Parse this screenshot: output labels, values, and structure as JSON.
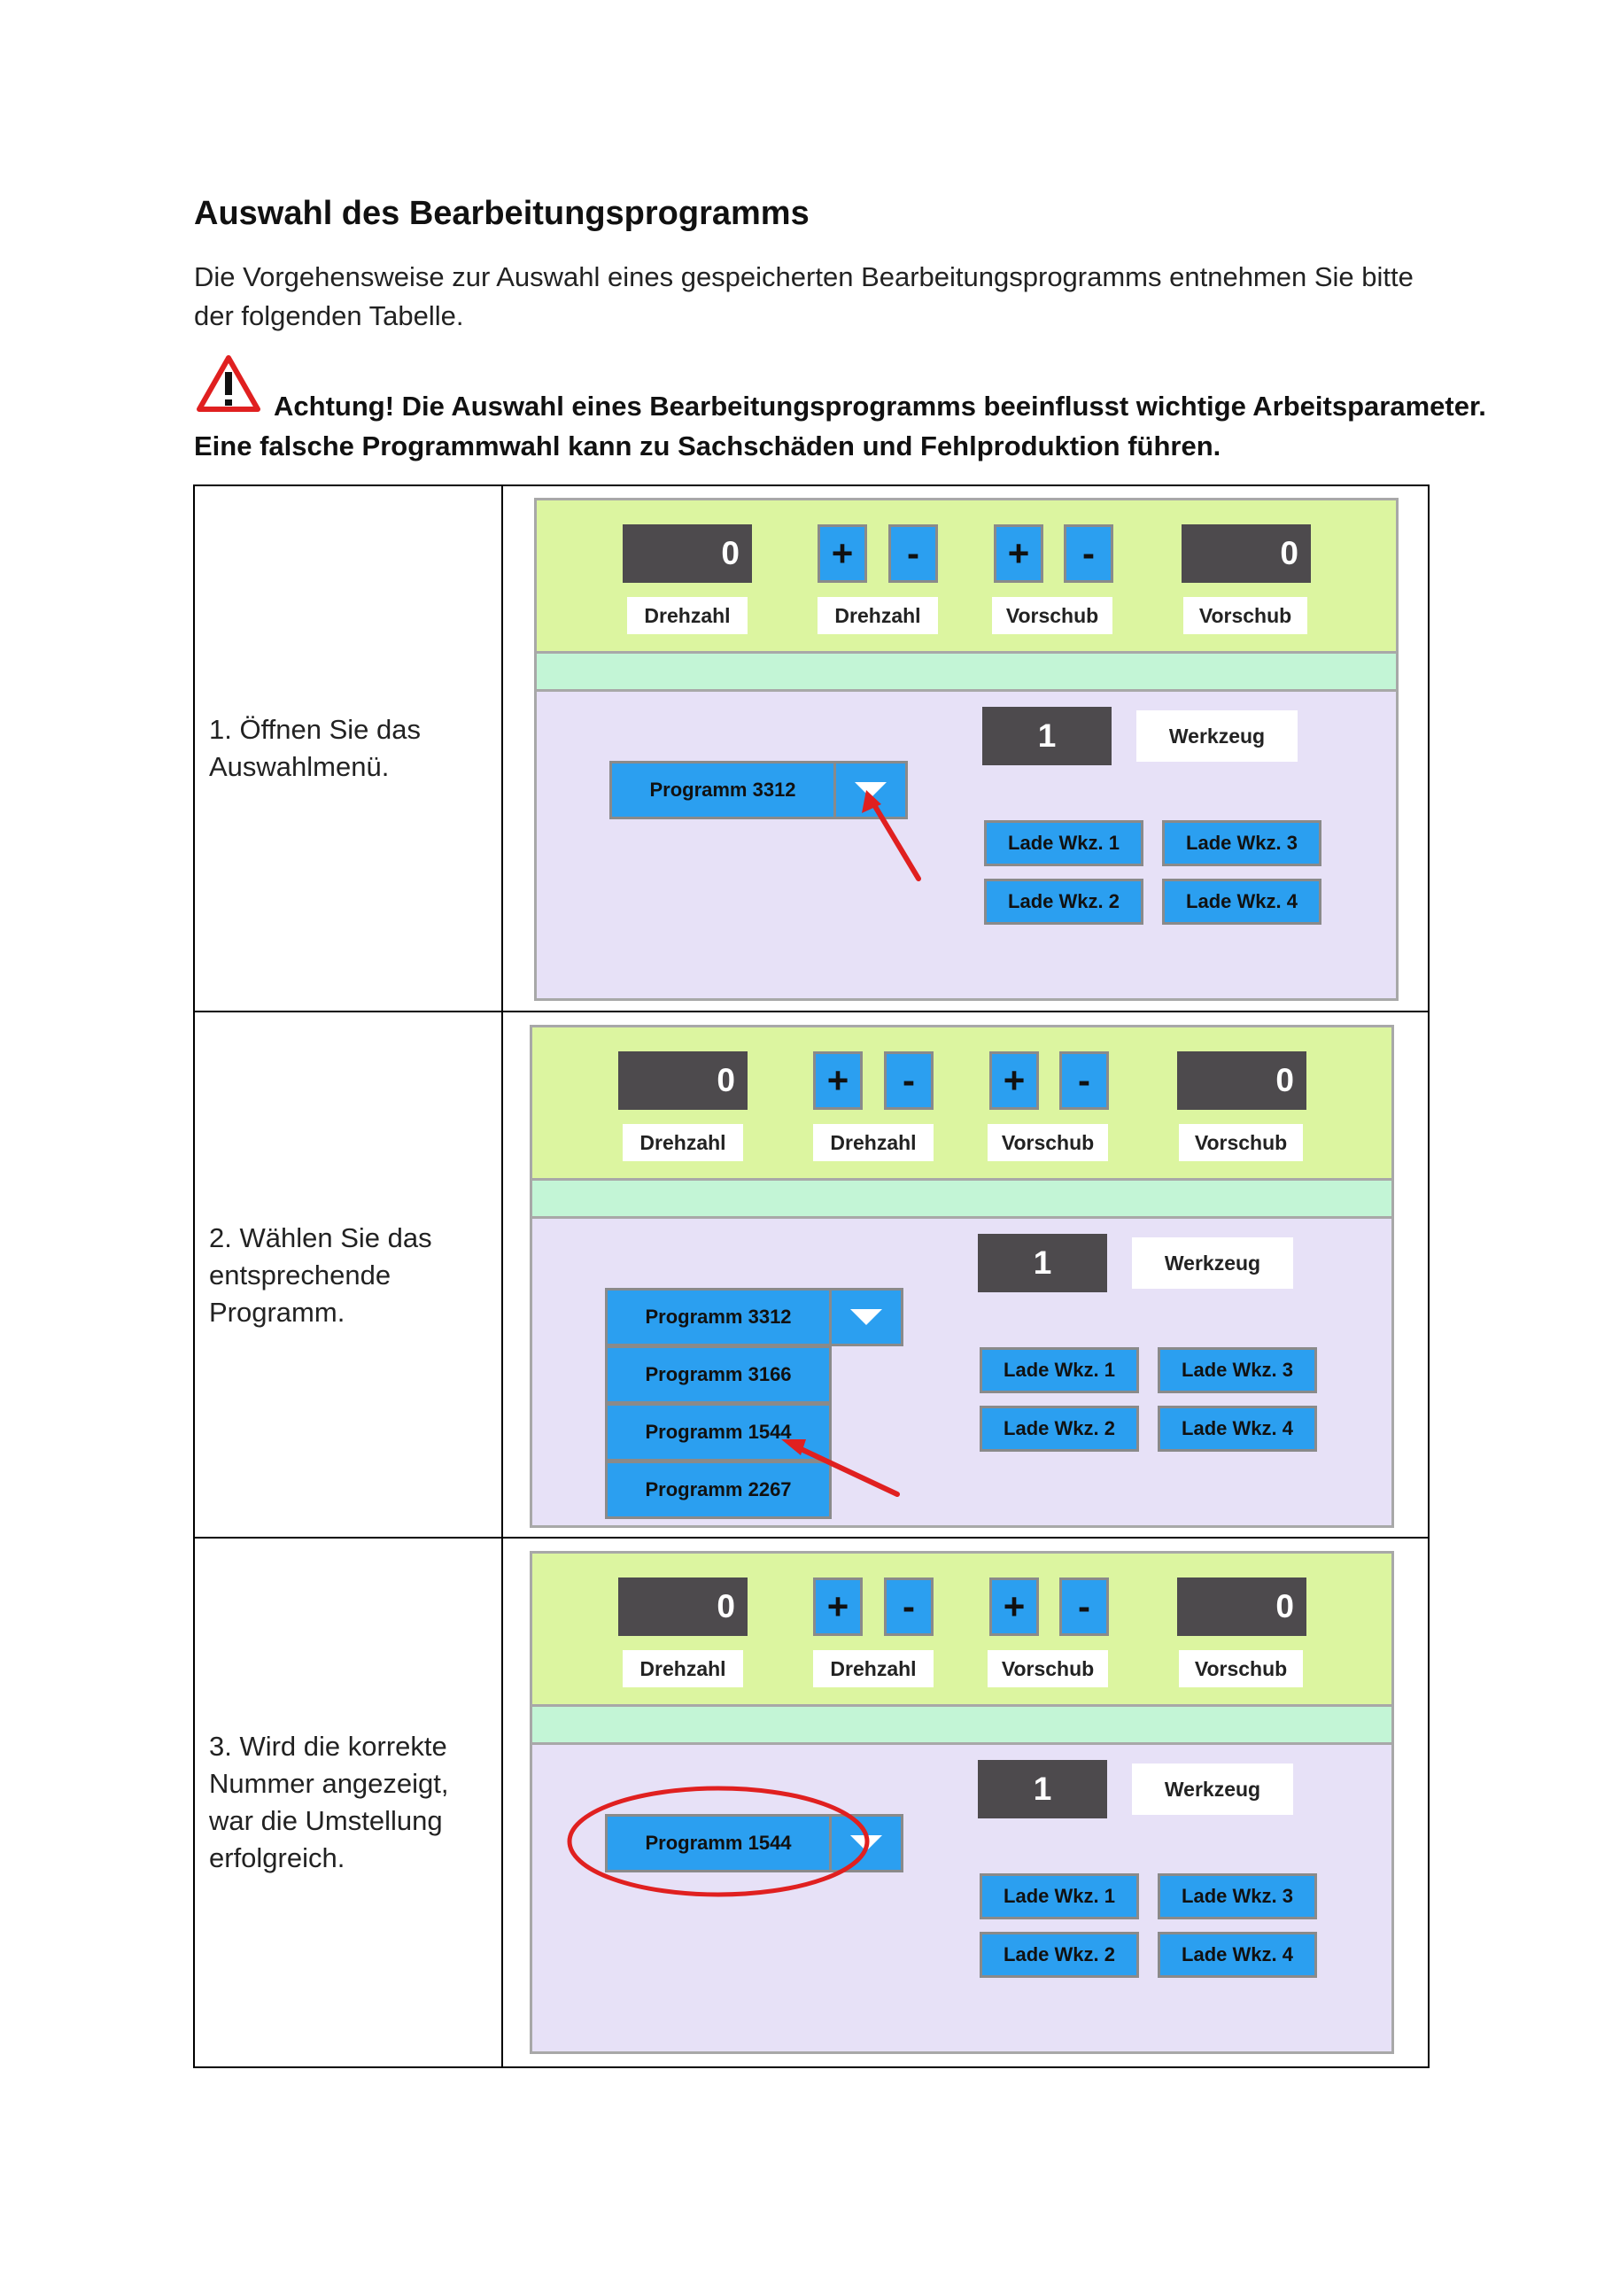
{
  "doc": {
    "title": "Auswahl des Bearbeitungsprogramms",
    "intro_line1": "Die Vorgehensweise zur Auswahl eines gespeicherten Bearbeitungsprogramms entnehmen Sie bitte",
    "intro_line2": "der folgenden Tabelle.",
    "warning_line1": "Achtung! Die Auswahl eines Bearbeitungsprogramms beeinflusst wichtige Arbeitsparameter.",
    "warning_line2": "Eine falsche Programmwahl kann zu Sachschäden und Fehlproduktion führen."
  },
  "steps": [
    {
      "text": "1. Öffnen Sie das Auswahlmenü.",
      "drehzahl_value": "0",
      "vorschub_value": "0",
      "labels": {
        "drehzahl_display": "Drehzahl",
        "drehzahl_buttons": "Drehzahl",
        "vorschub_buttons": "Vorschub",
        "vorschub_display": "Vorschub"
      },
      "plus": "+",
      "minus": "-",
      "tool_number": "1",
      "tool_label": "Werkzeug",
      "program_selected": "Programm 3312",
      "tool_buttons": [
        "Lade Wkz. 1",
        "Lade Wkz. 3",
        "Lade Wkz. 2",
        "Lade Wkz. 4"
      ]
    },
    {
      "text": "2. Wählen Sie das entsprechende Programm.",
      "drehzahl_value": "0",
      "vorschub_value": "0",
      "labels": {
        "drehzahl_display": "Drehzahl",
        "drehzahl_buttons": "Drehzahl",
        "vorschub_buttons": "Vorschub",
        "vorschub_display": "Vorschub"
      },
      "plus": "+",
      "minus": "-",
      "tool_number": "1",
      "tool_label": "Werkzeug",
      "program_selected": "Programm 3312",
      "program_options": [
        "Programm 3166",
        "Programm 1544",
        "Programm 2267"
      ],
      "tool_buttons": [
        "Lade Wkz. 1",
        "Lade Wkz. 3",
        "Lade Wkz. 2",
        "Lade Wkz. 4"
      ]
    },
    {
      "text": "3. Wird die korrekte Nummer angezeigt, war die Umstellung erfolgreich.",
      "drehzahl_value": "0",
      "vorschub_value": "0",
      "labels": {
        "drehzahl_display": "Drehzahl",
        "drehzahl_buttons": "Drehzahl",
        "vorschub_buttons": "Vorschub",
        "vorschub_display": "Vorschub"
      },
      "plus": "+",
      "minus": "-",
      "tool_number": "1",
      "tool_label": "Werkzeug",
      "program_selected": "Programm 1544",
      "tool_buttons": [
        "Lade Wkz. 1",
        "Lade Wkz. 3",
        "Lade Wkz. 2",
        "Lade Wkz. 4"
      ]
    }
  ],
  "colors": {
    "panel_top": "#dcf5a0",
    "panel_strip": "#c3f5d6",
    "panel_bottom": "#e7e1f7",
    "button_blue": "#2b9ff0",
    "display_dark": "#4d4a4d",
    "annotation_red": "#e02020"
  }
}
